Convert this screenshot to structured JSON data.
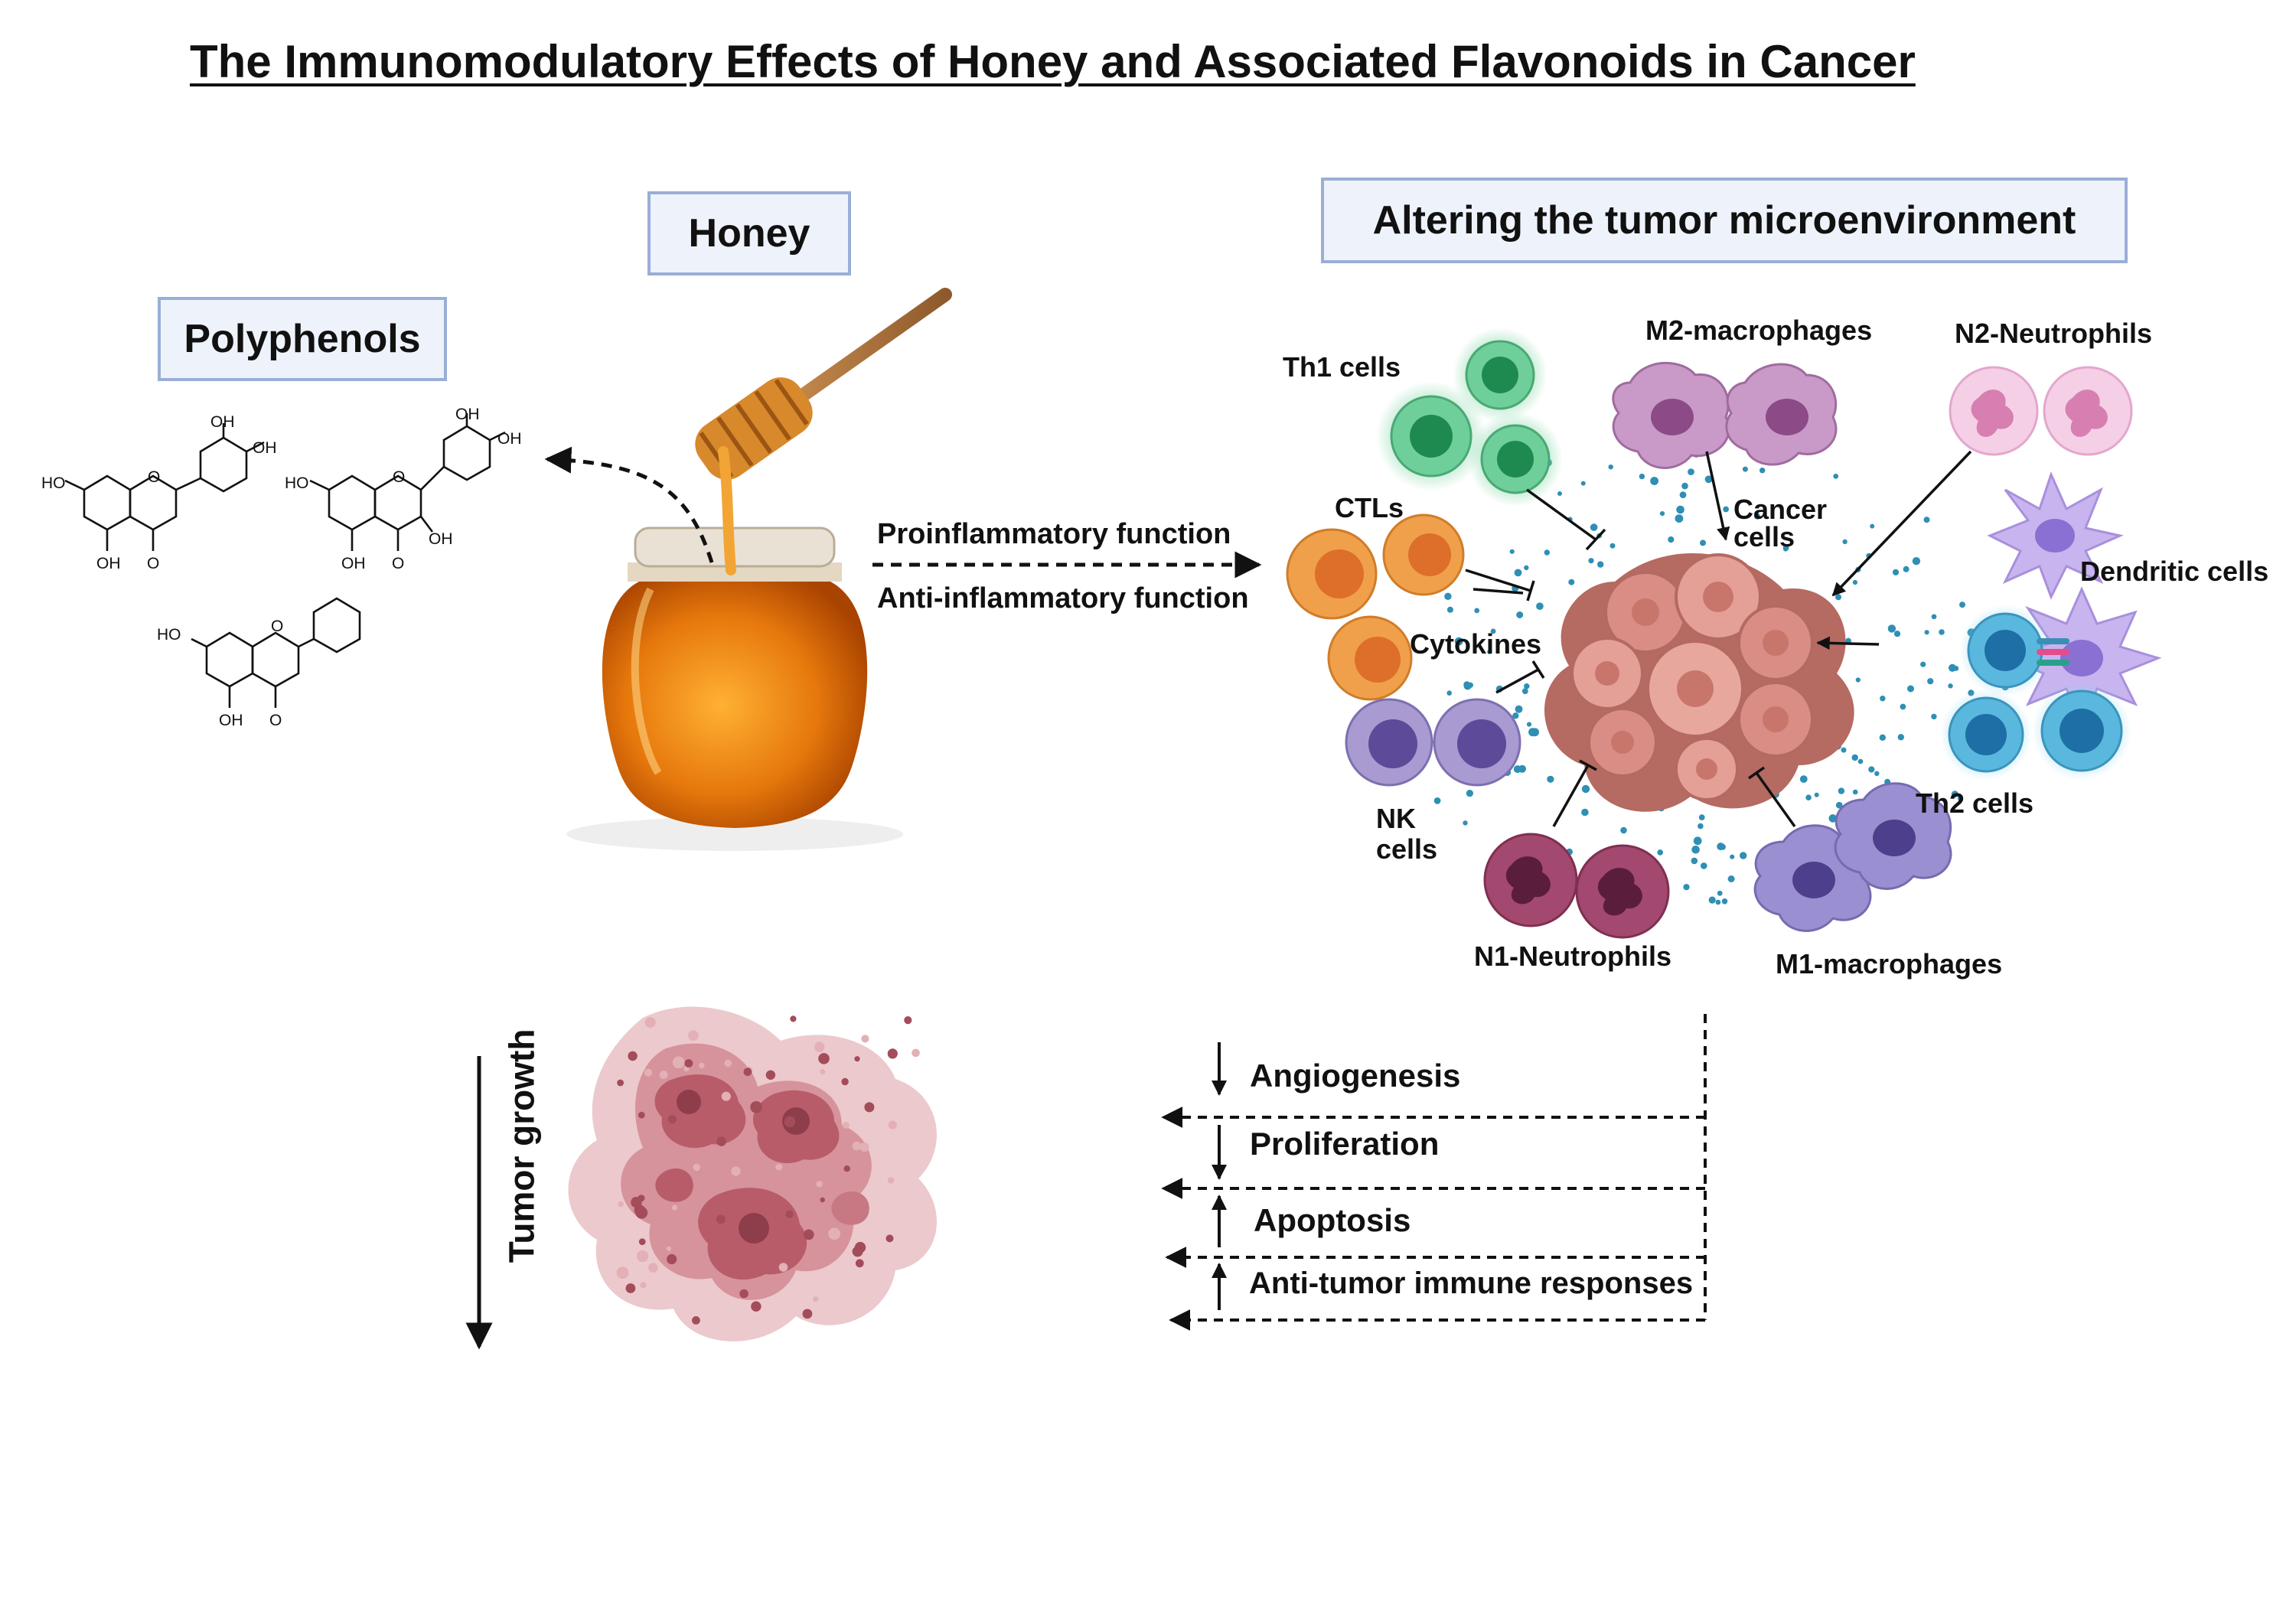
{
  "title": "The Immunomodulatory Effects of Honey and Associated Flavonoids in Cancer",
  "honey": {
    "label": "Honey"
  },
  "polyphenols": {
    "label": "Polyphenols",
    "atom_labels": {
      "oh": "OH",
      "ho": "HO",
      "o": "O"
    }
  },
  "tme": {
    "label": "Altering the tumor microenvironment"
  },
  "functions": [
    "Proinflammatory function",
    "Anti-inflammatory function"
  ],
  "cells": {
    "th1": "Th1 cells",
    "m2": "M2-macrophages",
    "n2": "N2-Neutrophils",
    "ctls": "CTLs",
    "cancer": "Cancer cells",
    "dendritic": "Dendritic cells",
    "cytokines": "Cytokines",
    "th2": "Th2 cells",
    "nk": "NK cells",
    "n1": "N1-Neutrophils",
    "m1": "M1-macrophages"
  },
  "tumor_growth": "Tumor growth",
  "effects": [
    {
      "label": "Angiogenesis",
      "direction": "down"
    },
    {
      "label": "Proliferation",
      "direction": "down"
    },
    {
      "label": "Apoptosis",
      "direction": "up"
    },
    {
      "label": "Anti-tumor immune responses",
      "direction": "up"
    }
  ],
  "colors": {
    "box_fill": "#eef3fb",
    "box_border": "#9aaed6",
    "honey": "#e07a10",
    "th1": "#5cc08a",
    "ctl": "#f0a04a",
    "nk": "#9b8fc4",
    "m2": "#c99ac8",
    "n2": "#f2c8e6",
    "dendritic": "#c8b4ef",
    "th2": "#5ab8de",
    "n1": "#a3486e",
    "m1": "#9a8fd0",
    "cancer": "#d88a80",
    "cytokine": "#2f8fb4",
    "tumor": "#b85c6a"
  }
}
